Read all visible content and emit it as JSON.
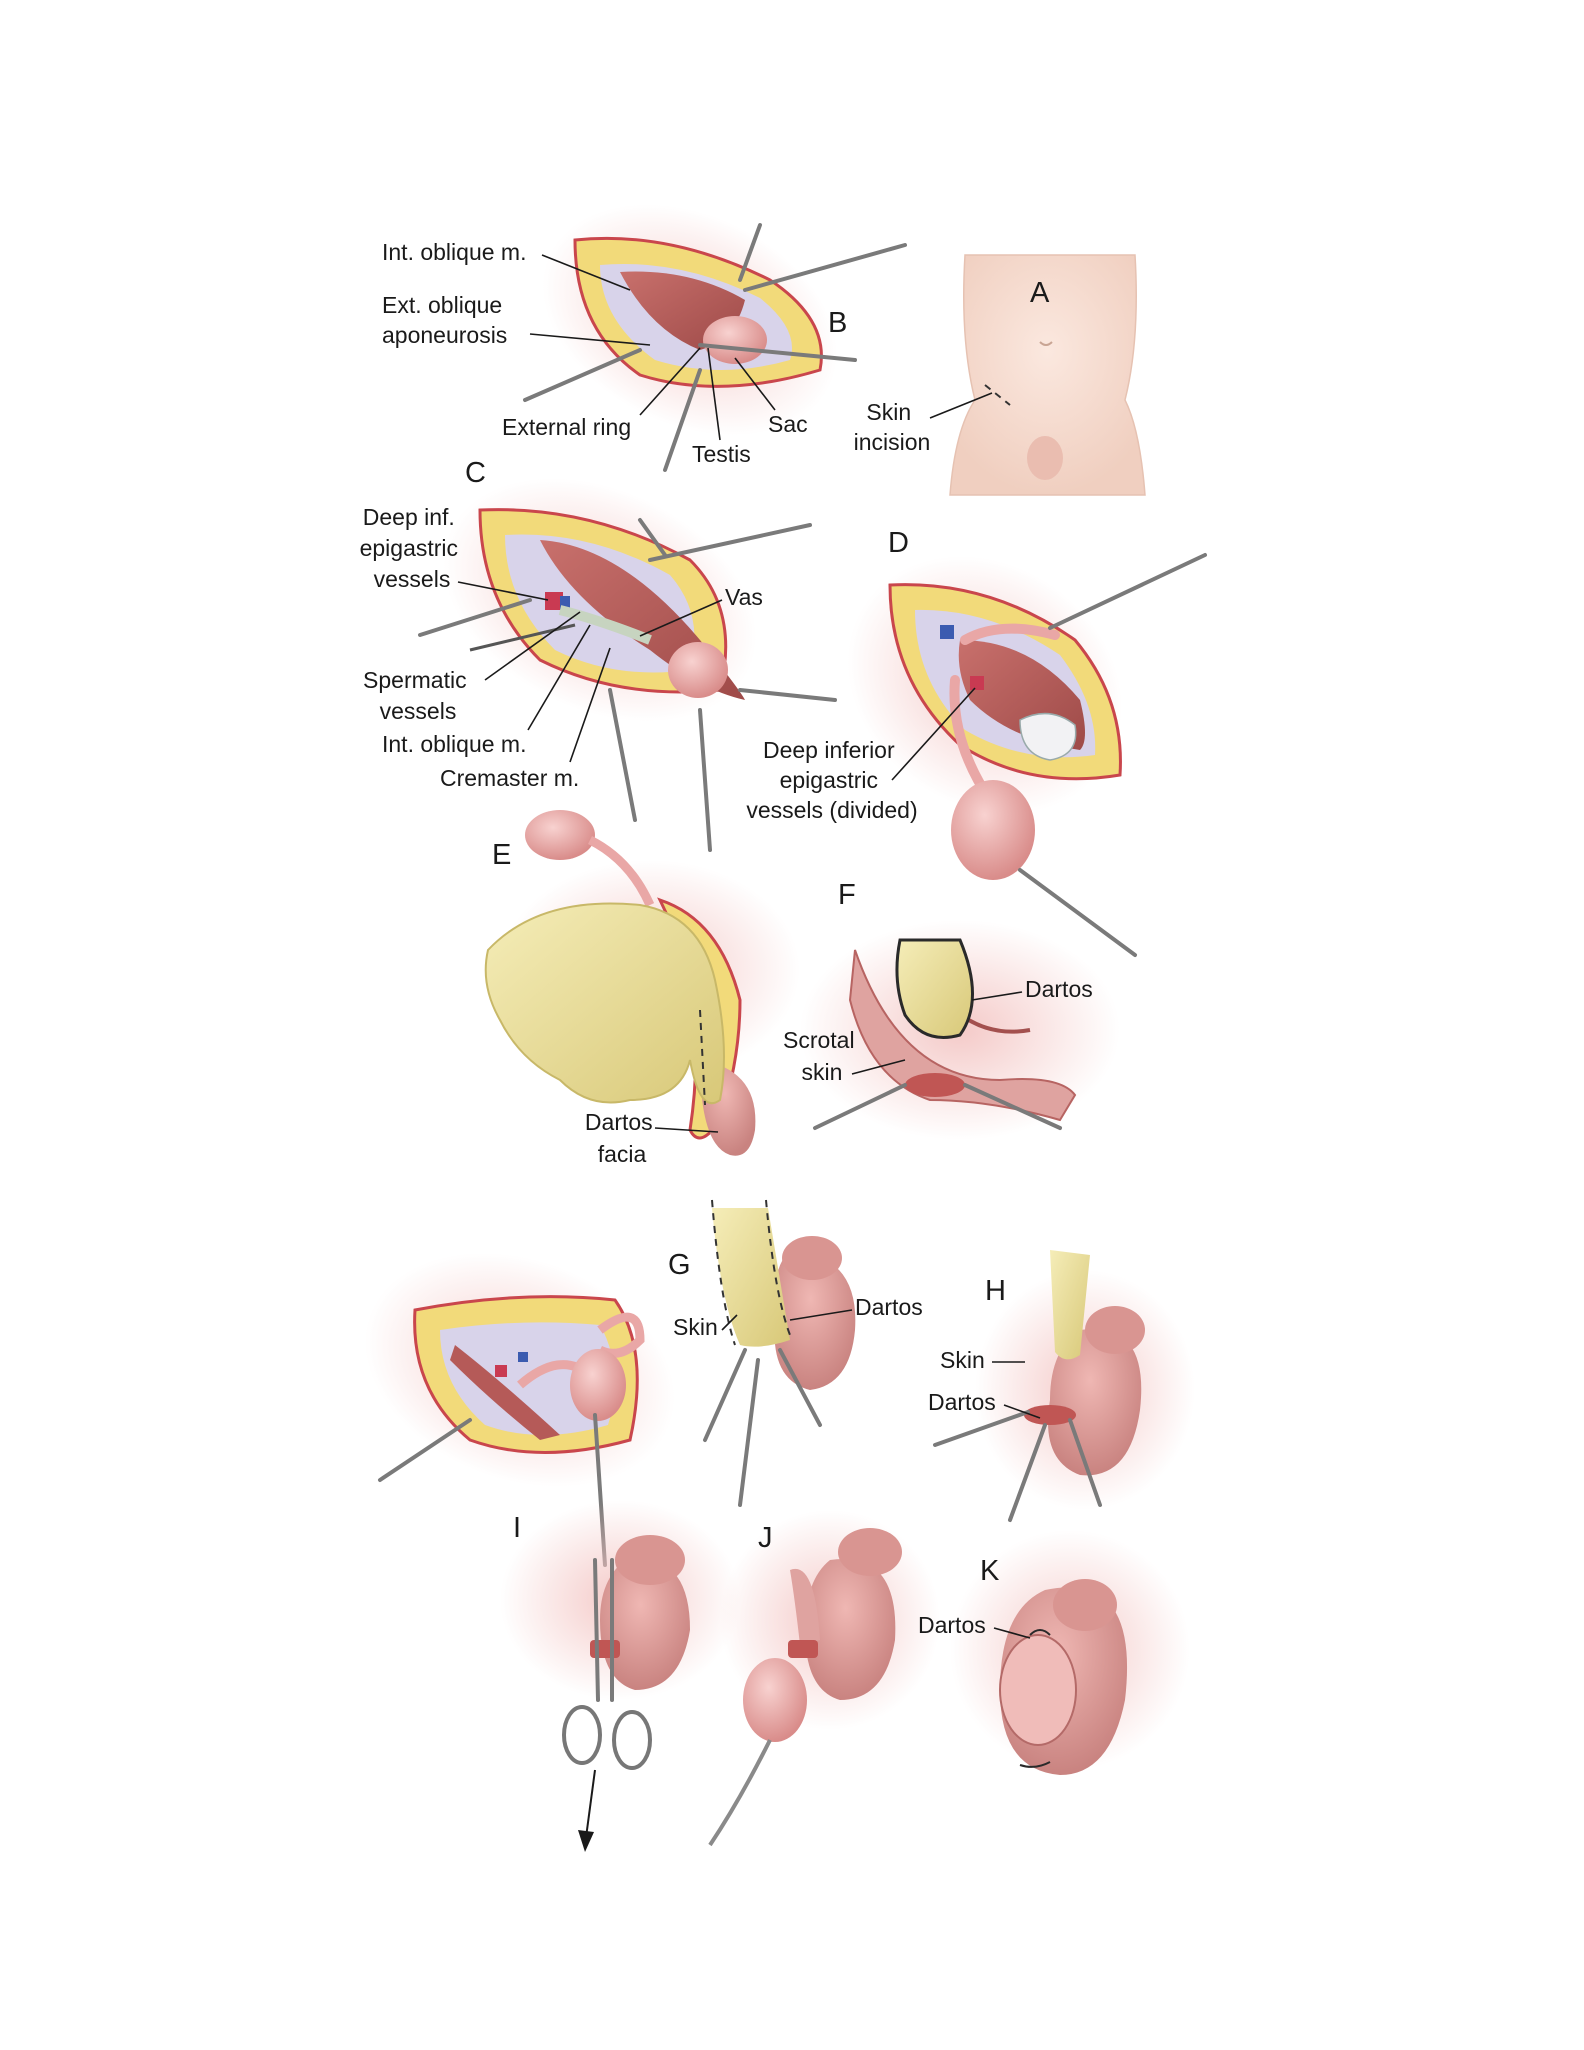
{
  "panels": {
    "A": {
      "letter": "A",
      "labels": {
        "skin_incision": [
          "Skin",
          "incision"
        ]
      }
    },
    "B": {
      "letter": "B",
      "labels": {
        "int_oblique": "Int. oblique m.",
        "ext_oblique": [
          "Ext. oblique",
          "aponeurosis"
        ],
        "external_ring": "External ring",
        "testis": "Testis",
        "sac": "Sac"
      }
    },
    "C": {
      "letter": "C",
      "labels": {
        "deep_inf_epigastric": [
          "Deep inf.",
          "epigastric",
          "vessels"
        ],
        "vas": "Vas",
        "spermatic_vessels": [
          "Spermatic",
          "vessels"
        ],
        "int_oblique": "Int. oblique m.",
        "cremaster": "Cremaster m."
      }
    },
    "D": {
      "letter": "D",
      "labels": {
        "deep_inferior_epigastric_divided": [
          "Deep inferior",
          "epigastric",
          "vessels (divided)"
        ]
      }
    },
    "E": {
      "letter": "E",
      "labels": {
        "dartos_facia": [
          "Dartos",
          "facia"
        ]
      }
    },
    "F": {
      "letter": "F",
      "labels": {
        "dartos": "Dartos",
        "scrotal_skin": [
          "Scrotal",
          "skin"
        ]
      }
    },
    "G": {
      "letter": "G",
      "labels": {
        "skin": "Skin",
        "dartos": "Dartos"
      }
    },
    "H": {
      "letter": "H",
      "labels": {
        "skin": "Skin",
        "dartos": "Dartos"
      }
    },
    "I": {
      "letter": "I"
    },
    "J": {
      "letter": "J"
    },
    "K": {
      "letter": "K",
      "labels": {
        "dartos": "Dartos"
      }
    }
  },
  "colors": {
    "muscle": "#b9615f",
    "fat": "#f2da7a",
    "tissue_pink": "#e8a8a4",
    "glove": "#efe5a4",
    "fascia": "#d8d3ea",
    "skin": "#f4d8cb",
    "instrument": "#8a8a8a"
  }
}
